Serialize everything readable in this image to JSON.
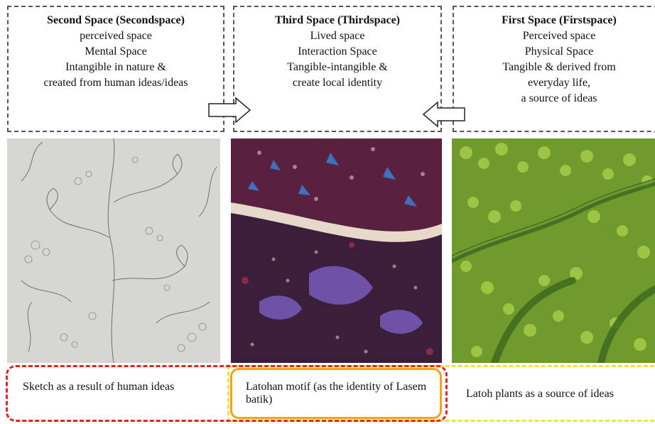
{
  "second_space": {
    "title": "Second Space (Secondspace)",
    "lines": [
      "perceived space",
      "Mental Space",
      "Intangible in nature &",
      "created from human ideas/ideas"
    ]
  },
  "third_space": {
    "title": "Third Space (Thirdspace)",
    "lines": [
      "Lived space",
      "Interaction Space",
      "Tangible-intangible &",
      "create local identity"
    ]
  },
  "first_space": {
    "title": "First Space (Firstspace)",
    "lines": [
      "Perceived space",
      "Physical Space",
      "Tangible & derived from",
      "everyday life,",
      "a source of ideas"
    ]
  },
  "captions": {
    "sketch": "Sketch as a result of human ideas",
    "batik": "Latohan motif (as the identity of Lasem batik)",
    "latoh": "Latoh plants as a source of ideas"
  },
  "colors": {
    "red_dash": "#e8231c",
    "yellow_dash": "#f2e23a",
    "orange_border": "#f5a21b",
    "box_dash": "#555555"
  }
}
